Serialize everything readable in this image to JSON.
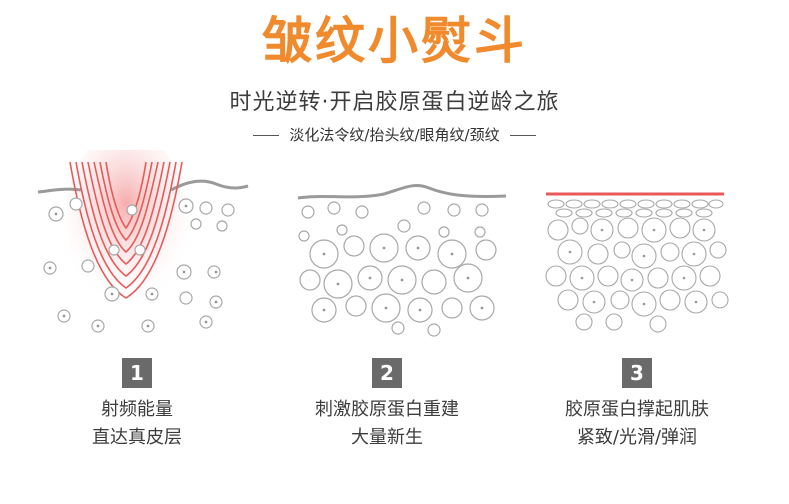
{
  "title": "皱纹小熨斗",
  "subtitle": "时光逆转·开启胶原蛋白逆龄之旅",
  "tagline": "淡化法令纹/抬头纹/眼角纹/颈纹",
  "colors": {
    "title": "#f08a2c",
    "heat_red": "#e85a5a",
    "skin_gray": "#9a9a9a",
    "circle_stroke": "#a8a8a8",
    "badge": "#6a6a6a"
  },
  "steps": [
    {
      "number": "1",
      "line1": "射频能量",
      "line2": "直达真皮层"
    },
    {
      "number": "2",
      "line1": "刺激胶原蛋白重建",
      "line2": "大量新生"
    },
    {
      "number": "3",
      "line1": "胶原蛋白撑起肌肤",
      "line2": "紧致/光滑/弹润"
    }
  ]
}
